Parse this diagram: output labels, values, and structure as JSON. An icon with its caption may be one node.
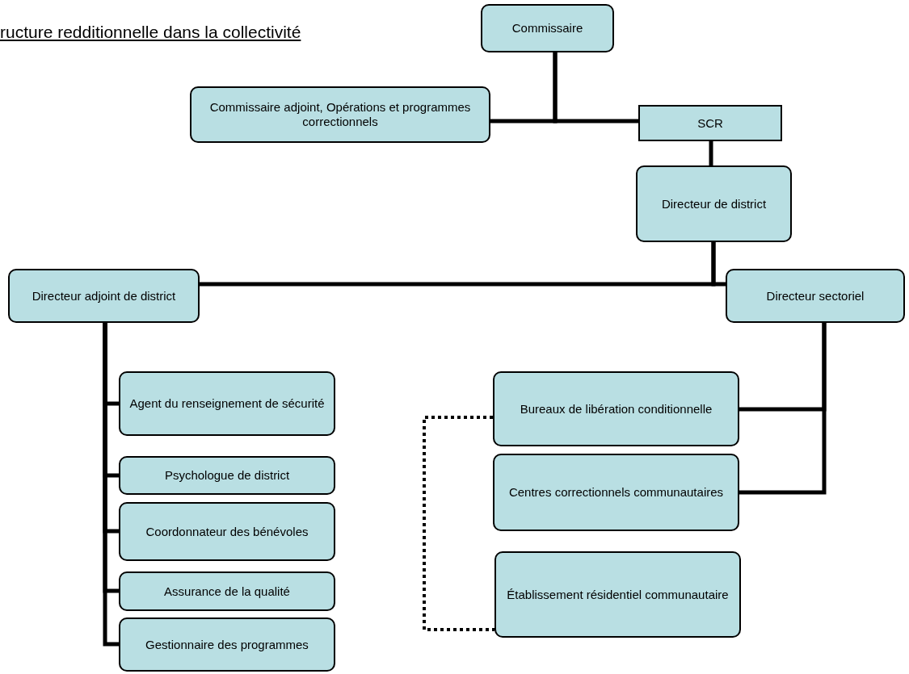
{
  "diagram": {
    "title": "ructure redditionnelle dans la collectivité",
    "nodes": [
      {
        "text": [
          "Commissaire"
        ]
      },
      {
        "text": [
          "Commissaire adjoint, Opérations et programmes correctionnels"
        ]
      },
      {
        "text": [
          "SCR"
        ]
      },
      {
        "text": [
          "Directeur de district"
        ]
      },
      {
        "text": [
          "Directeur adjoint de district"
        ]
      },
      {
        "text": [
          "Directeur sectoriel"
        ]
      },
      {
        "text": [
          "Agent du renseignement de sécurité"
        ]
      },
      {
        "text": [
          "Psychologue de district"
        ]
      },
      {
        "text": [
          "Coordonnateur des bénévoles"
        ]
      },
      {
        "text": [
          "Assurance de la qualité"
        ]
      },
      {
        "text": [
          "Gestionnaire des programmes"
        ]
      },
      {
        "text": [
          "Bureaux de libération conditionnelle"
        ]
      },
      {
        "text": [
          "Centres correctionnels communautaires"
        ]
      },
      {
        "text": [
          "Établissement résidentiel communautaire"
        ]
      }
    ],
    "edges": [
      {
        "from": 0,
        "to": 1,
        "arrow": "none"
      },
      {
        "from": 0,
        "to": 2,
        "arrow": "none"
      },
      {
        "from": 2,
        "to": 3,
        "arrow": "none"
      },
      {
        "from": 3,
        "to": 4,
        "arrow": "none"
      },
      {
        "from": 3,
        "to": 5,
        "arrow": "none"
      },
      {
        "from": 4,
        "to": 6,
        "arrow": "none"
      },
      {
        "from": 4,
        "to": 7,
        "arrow": "none"
      },
      {
        "from": 4,
        "to": 8,
        "arrow": "none"
      },
      {
        "from": 4,
        "to": 9,
        "arrow": "none"
      },
      {
        "from": 4,
        "to": 10,
        "arrow": "none"
      },
      {
        "from": 5,
        "to": 11,
        "arrow": "none"
      },
      {
        "from": 5,
        "to": 12,
        "arrow": "none"
      },
      {
        "from": 11,
        "to": 13,
        "arrow": "none",
        "style": "dashed"
      }
    ]
  }
}
